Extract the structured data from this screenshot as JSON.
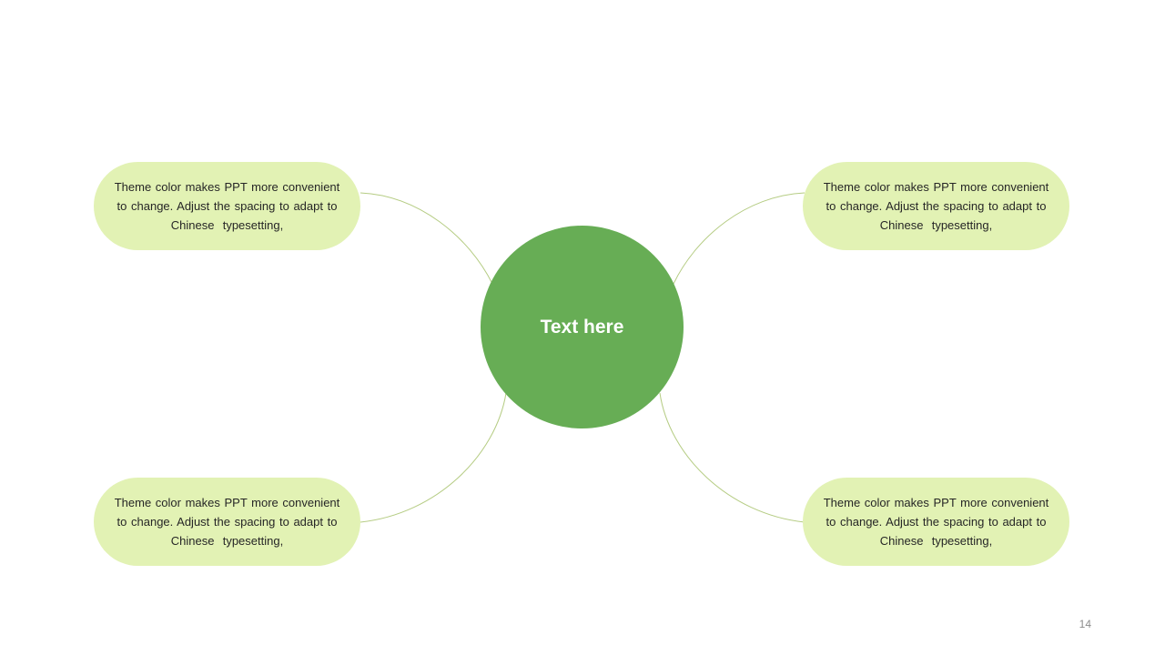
{
  "colors": {
    "center_fill": "#67ad55",
    "pill_fill": "#e2f2b4",
    "connector": "#b5cc83"
  },
  "center": {
    "label": "Text here"
  },
  "nodes": [
    {
      "text_lines": [
        "Theme color makes PPT more convenient",
        "to change. Adjust the spacing to adapt to",
        "Chinese  typesetting,"
      ]
    },
    {
      "text_lines": [
        "Theme color makes PPT more convenient",
        "to change. Adjust the spacing to adapt to",
        "Chinese  typesetting,"
      ]
    },
    {
      "text_lines": [
        "Theme color makes PPT more convenient",
        "to change. Adjust the spacing to adapt to",
        "Chinese  typesetting,"
      ]
    },
    {
      "text_lines": [
        "Theme color makes PPT more convenient",
        "to change. Adjust the spacing to adapt to",
        "Chinese  typesetting,"
      ]
    }
  ],
  "page_number": "14"
}
